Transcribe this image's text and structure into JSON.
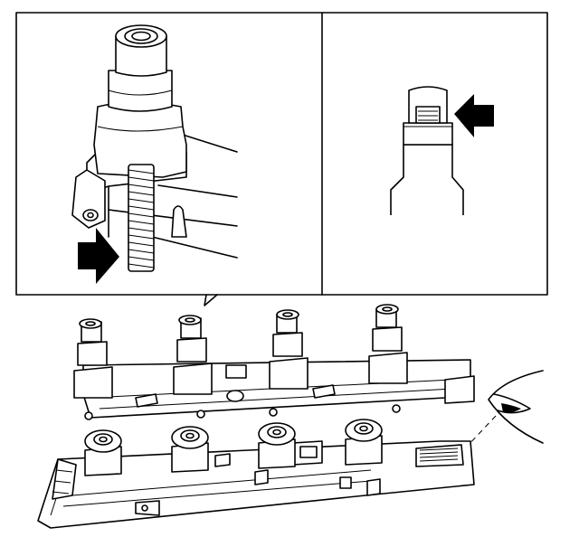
{
  "diagram": {
    "panels": [
      {
        "id": "detail-left",
        "arrow": "right"
      },
      {
        "id": "detail-right",
        "arrow": "left"
      }
    ],
    "assemblies": [
      "ignition-coil-upper",
      "ignition-coil-lower"
    ],
    "colors": {
      "line": "#000000",
      "background": "#ffffff"
    }
  }
}
